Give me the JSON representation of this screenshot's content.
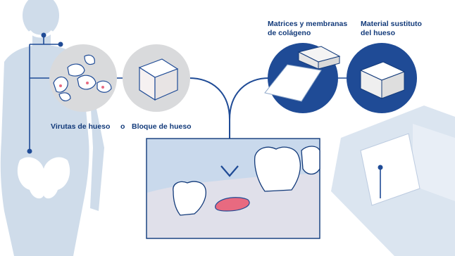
{
  "labels": {
    "bone_chips": "Virutas de hueso",
    "connector": "o",
    "bone_block": "Bloque de hueso",
    "matrices_line1": "Matrices y membranas",
    "matrices_line2": "de colágeno",
    "substitute_line1": "Material sustituto",
    "substitute_line2": "del hueso"
  },
  "colors": {
    "navy": "#1f4b96",
    "dark_navy": "#123a7a",
    "body_blue": "#cfdcea",
    "light_blue": "#dbe5f0",
    "gray_circle": "#d9dadc",
    "gum_pink": "#e0e0ea",
    "defect_red": "#e86a80"
  },
  "icons": [
    "human-silhouette",
    "bone-chips-icon",
    "bone-block-icon",
    "collagen-membrane-icon",
    "bone-substitute-icon",
    "down-arrow-icon",
    "product-package-icon"
  ]
}
